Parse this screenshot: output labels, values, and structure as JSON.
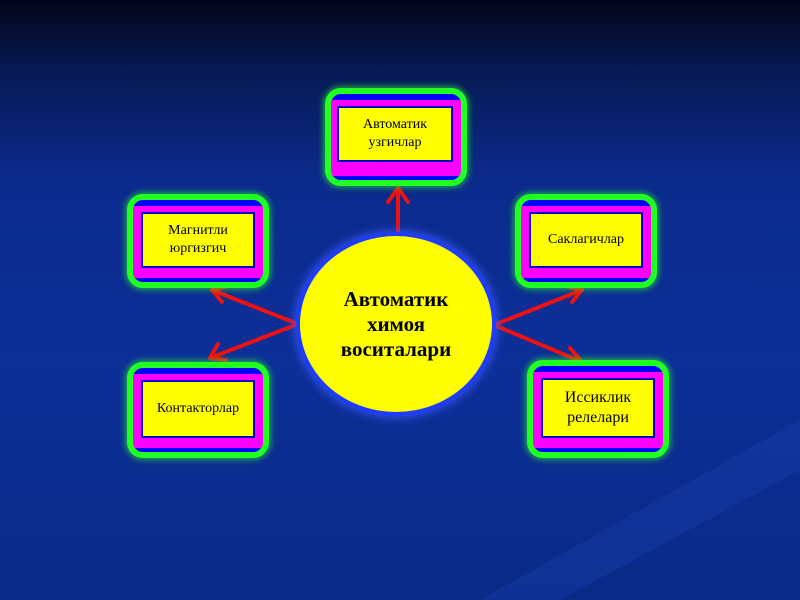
{
  "diagram": {
    "center": {
      "line1": "Автоматик",
      "line2": "химоя",
      "line3": "воситалари"
    },
    "nodes": {
      "top": {
        "line1": "Автоматик",
        "line2": "узгичлар"
      },
      "upper_left": {
        "line1": "Магнитли",
        "line2": "юргизгич"
      },
      "upper_right": {
        "line1": "Саклагичлар"
      },
      "lower_left": {
        "line1": "Контакторлар"
      },
      "lower_right": {
        "line1": "Иссиклик",
        "line2": "релелари"
      }
    }
  },
  "colors": {
    "background": "#0c2f98",
    "node_fill": "#ffff00",
    "node_frame": "#22ff22",
    "node_band": "#ff00ff",
    "arrow": "#ee1111"
  }
}
